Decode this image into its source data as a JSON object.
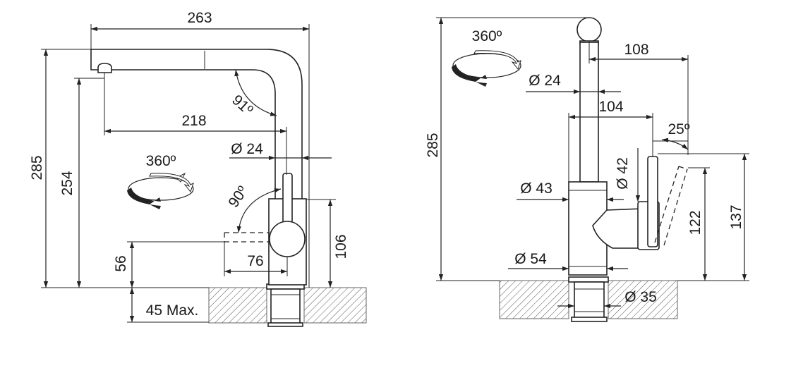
{
  "left_view": {
    "dims": {
      "overall_width": "263",
      "overall_height": "285",
      "spout_height": "254",
      "spout_reach": "218",
      "spout_angle": "91º",
      "body_diameter": "Ø 24",
      "rotation": "360º",
      "lever_angle": "90º",
      "body_height": "106",
      "lever_reach": "76",
      "lever_height": "56",
      "max_counter": "45 Max."
    }
  },
  "right_view": {
    "dims": {
      "rotation": "360º",
      "spout_offset": "108",
      "spout_diameter": "Ø 24",
      "handle_offset": "104",
      "handle_angle": "25º",
      "overall_height": "285",
      "handle_diameter": "Ø 42",
      "body_diameter": "Ø 43",
      "handle_height": "122",
      "lever_height": "137",
      "base_diameter": "Ø 54",
      "shank_diameter": "Ø 35"
    }
  }
}
